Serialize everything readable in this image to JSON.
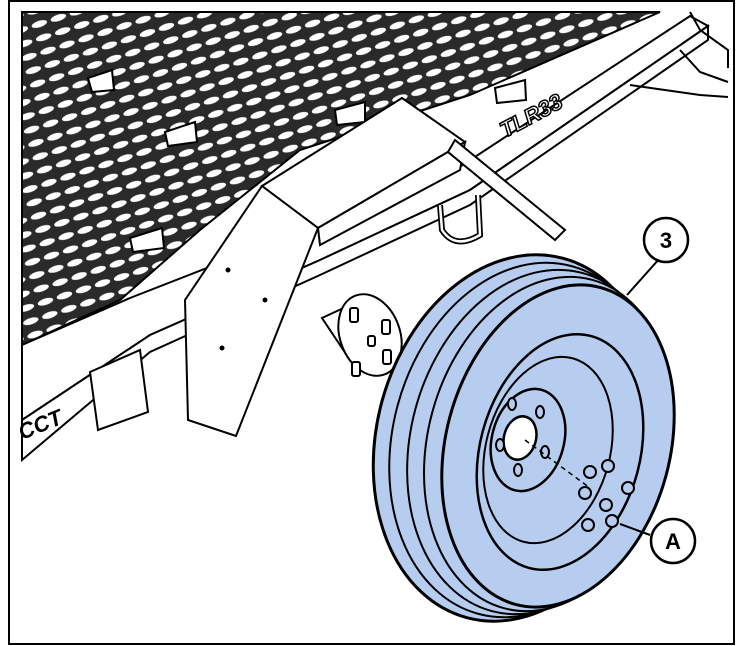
{
  "diagram": {
    "callouts": [
      {
        "id": "wheel",
        "label": "3"
      },
      {
        "id": "lug-nuts",
        "label": "A"
      }
    ],
    "frame_text": "TLR33",
    "colors": {
      "wheel_fill": "#b6cdef",
      "line": "#000000",
      "background": "#ffffff"
    }
  }
}
